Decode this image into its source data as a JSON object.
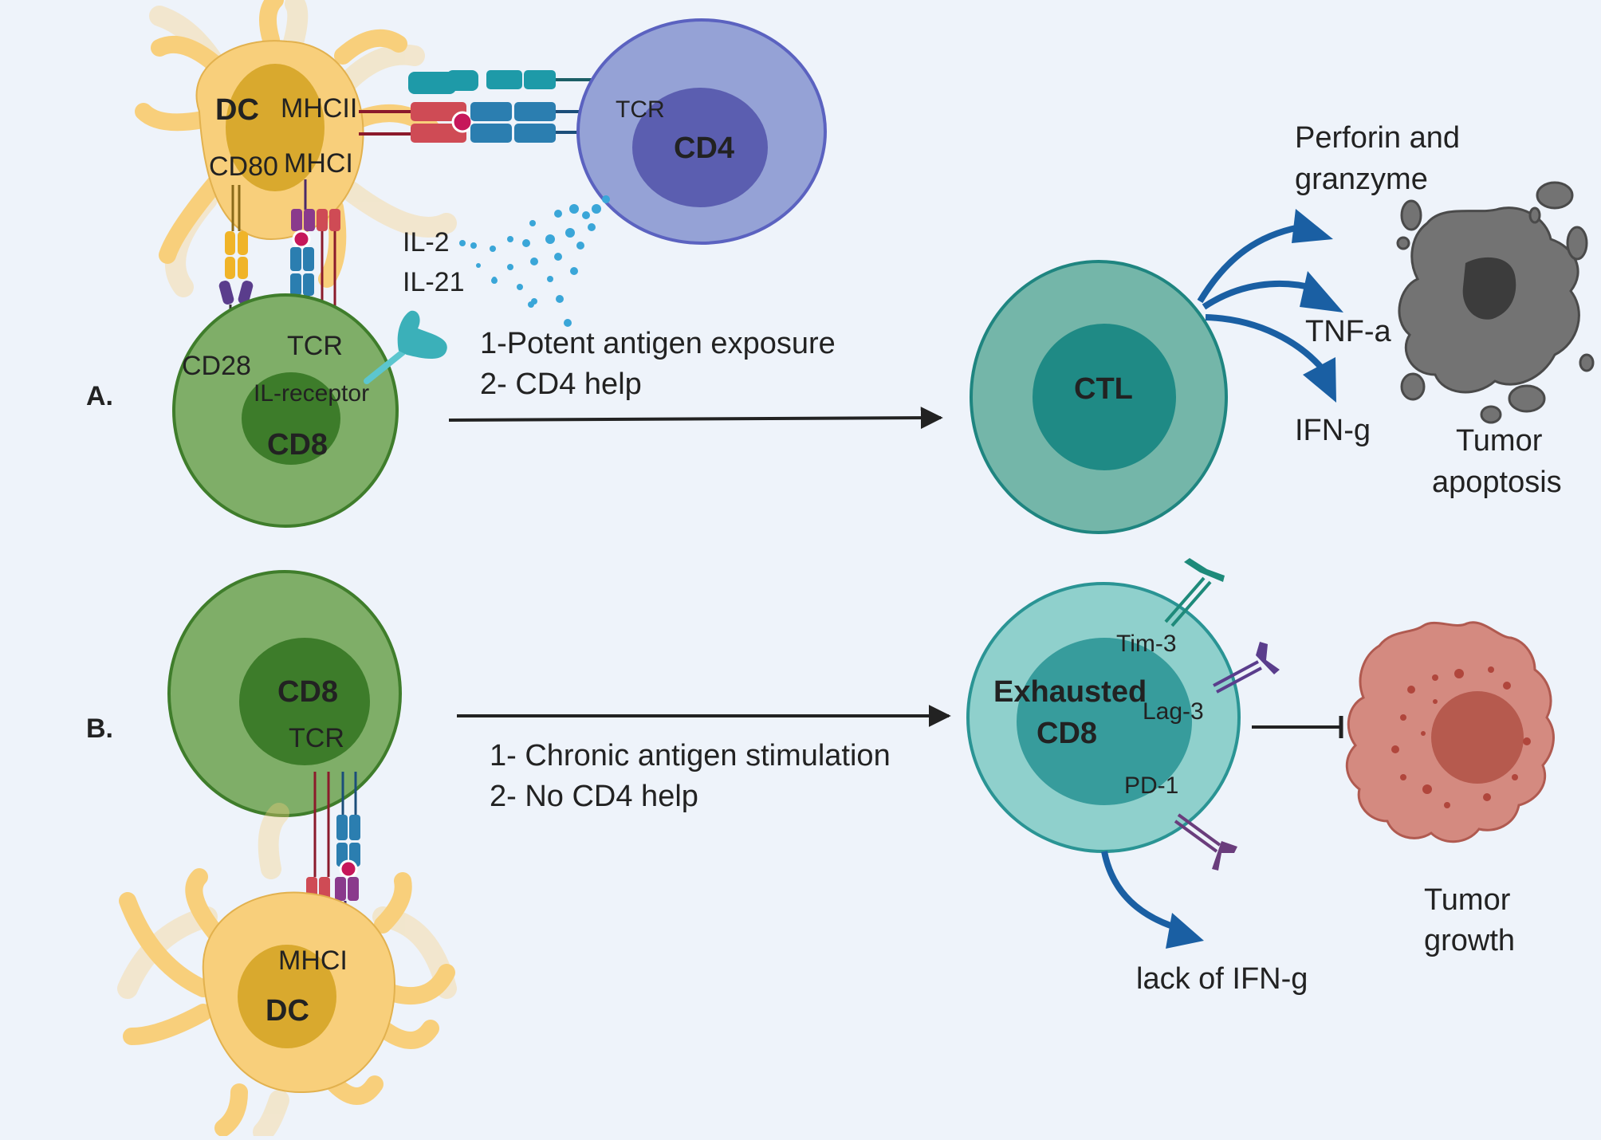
{
  "panel_a": {
    "label": "A.",
    "dc_label": "DC",
    "mhcii_label": "MHCII",
    "mhci_label": "MHCI",
    "cd80_label": "CD80",
    "cd28_label": "CD28",
    "tcr_cd8_label": "TCR",
    "il_receptor_label": "IL-receptor",
    "cd8_label": "CD8",
    "cd4_label": "CD4",
    "tcr_cd4_label": "TCR",
    "il2_label": "IL-2",
    "il21_label": "IL-21",
    "condition_1": "1-Potent antigen exposure",
    "condition_2": "2- CD4  help",
    "ctl_label": "CTL",
    "perforin_line1": "Perforin and",
    "perforin_line2": "granzyme",
    "tnf_label": "TNF-a",
    "ifn_label": "IFN-g",
    "tumor_line1": "Tumor",
    "tumor_line2": "apoptosis"
  },
  "panel_b": {
    "label": "B.",
    "cd8_label": "CD8",
    "tcr_label": "TCR",
    "mhci_label": "MHCI",
    "dc_label": "DC",
    "condition_1": "1- Chronic antigen stimulation",
    "condition_2": "2- No CD4 help",
    "exhausted_line1": "Exhausted",
    "exhausted_line2": "CD8",
    "tim3_label": "Tim-3",
    "lag3_label": "Lag-3",
    "pd1_label": "PD-1",
    "lack_ifn_label": "lack of IFN-g",
    "tumor_line1": "Tumor",
    "tumor_line2": "growth"
  },
  "colors": {
    "background": "#eef3fa",
    "dc_body": "#f8cf7b",
    "dc_nucleus": "#d9a92e",
    "cd8_outer": "#7fae68",
    "cd8_nucleus": "#3d7c2a",
    "cd4_outer": "#95a2d6",
    "cd4_nucleus": "#5b5eb0",
    "ctl_outer": "#74b6a9",
    "ctl_nucleus": "#1f8a85",
    "exhausted_outer": "#8fd0cc",
    "exhausted_nucleus": "#379c9c",
    "arrow_blue": "#1a5fa3",
    "tumor_dead": "#737373",
    "tumor_growth": "#d48a80"
  }
}
